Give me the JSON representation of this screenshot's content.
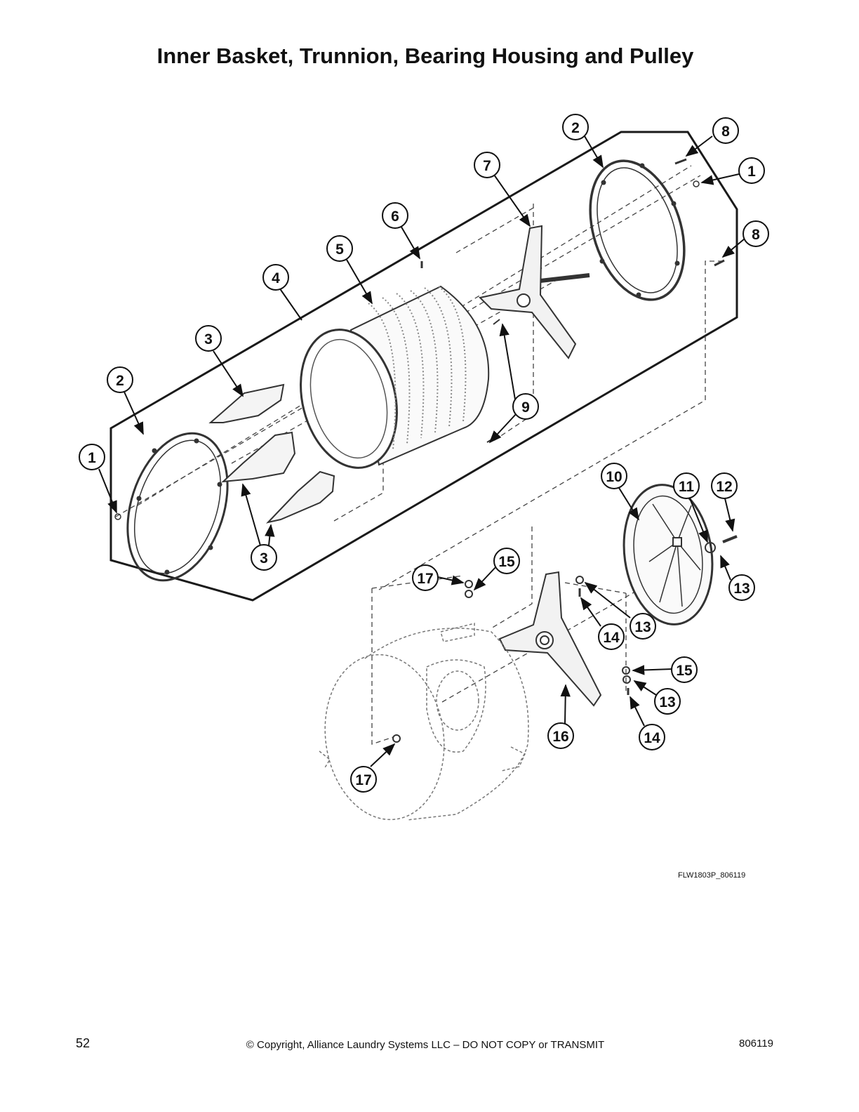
{
  "page": {
    "title": "Inner Basket, Trunnion, Bearing Housing and Pulley",
    "figure_code": "FLW1803P_806119",
    "page_number": "52",
    "copyright": "© Copyright, Alliance Laundry Systems LLC – DO NOT COPY or TRANSMIT",
    "doc_number": "806119"
  },
  "callouts": [
    "2",
    "8",
    "1",
    "7",
    "6",
    "8",
    "5",
    "4",
    "3",
    "2",
    "9",
    "1",
    "3",
    "10",
    "11",
    "12",
    "17",
    "15",
    "13",
    "13",
    "14",
    "15",
    "13",
    "16",
    "14",
    "17"
  ],
  "colors": {
    "line": "#1a1a1a",
    "part": "#333333",
    "ghost": "#777777"
  }
}
